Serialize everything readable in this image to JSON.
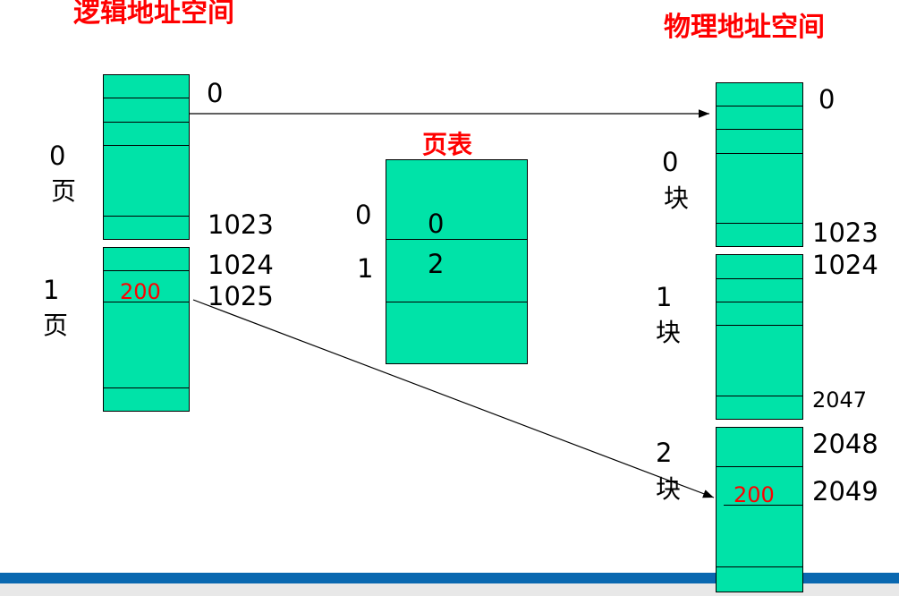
{
  "logical": {
    "title": "逻辑地址空间",
    "page0_num": "0",
    "page0_unit": "页",
    "page1_num": "1",
    "page1_unit": "页",
    "addr_0": "0",
    "addr_1023": "1023",
    "addr_1024": "1024",
    "addr_1025": "1025",
    "offset": "200"
  },
  "page_table": {
    "title": "页表",
    "rows": [
      {
        "page": "0",
        "block": "0"
      },
      {
        "page": "1",
        "block": "2"
      }
    ]
  },
  "physical": {
    "title": "物理地址空间",
    "block0_num": "0",
    "block0_unit": "块",
    "block1_num": "1",
    "block1_unit": "块",
    "block2_num": "2",
    "block2_unit": "块",
    "addr_0": "0",
    "addr_1023": "1023",
    "addr_1024": "1024",
    "addr_2047": "2047",
    "addr_2048": "2048",
    "addr_2049": "2049",
    "offset": "200"
  },
  "colors": {
    "block_fill": "#00e3a8",
    "title": "#ff0000",
    "footer_bar": "#0a68b0"
  }
}
